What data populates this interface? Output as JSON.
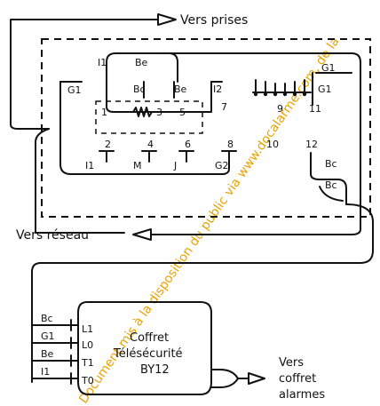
{
  "labels": {
    "vers_prises": "Vers prises",
    "vers_reseau": "Vers réseau",
    "coffret_line1": "Coffret",
    "coffret_line2": "Télésécurité",
    "coffret_line3": "BY12",
    "vers_coffret_line1": "Vers",
    "vers_coffret_line2": "coffret",
    "vers_coffret_line3": "alarmes"
  },
  "top_labels": {
    "i1": "I1",
    "be_top": "Be",
    "g1_left": "G1",
    "bc": "Bc",
    "be_mid": "Be",
    "i2": "I2",
    "seven": "7",
    "nine": "9",
    "g1_right_top": "G1",
    "g1_right_mid": "G1",
    "eleven": "11",
    "one": "1",
    "three": "3",
    "five": "5"
  },
  "bottom_labels": {
    "two": "2",
    "four": "4",
    "six": "6",
    "eight": "8",
    "ten": "10",
    "twelve": "12",
    "i1_b": "I1",
    "m": "M",
    "j": "J",
    "g2": "G2",
    "bc_r1": "Bc",
    "bc_r2": "Bc"
  },
  "coffret_pins": {
    "left_bc": "Bc",
    "left_g1": "G1",
    "left_be": "Be",
    "left_i1": "I1",
    "pin_l1": "L1",
    "pin_l0": "L0",
    "pin_t1": "T1",
    "pin_t0": "T0"
  },
  "watermark": "Document mis à la disposition du public via www.docalarme.com, de la"
}
